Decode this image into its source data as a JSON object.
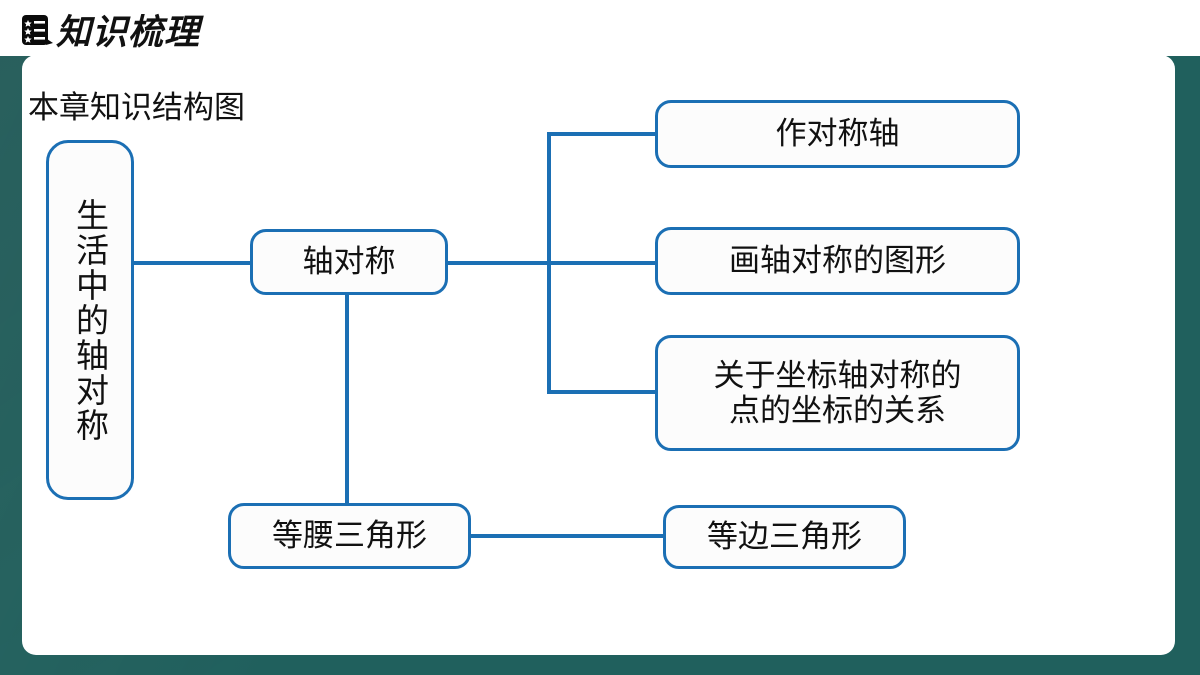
{
  "header": {
    "title": "知识梳理",
    "icon": "list-checklist-icon"
  },
  "section": {
    "title": "本章知识结构图"
  },
  "colors": {
    "frame": "#20605d",
    "panel": "#ffffff",
    "node_border": "#1b6fb4",
    "connector": "#1b6fb4",
    "text": "#111111"
  },
  "diagram": {
    "nodes": {
      "root": "生活中的轴对称",
      "axial_symmetry": "轴对称",
      "draw_axis": "作对称轴",
      "draw_figure": "画轴对称的图形",
      "coord_line1": "关于坐标轴对称的",
      "coord_line2": "点的坐标的关系",
      "isosceles_triangle": "等腰三角形",
      "equilateral_triangle": "等边三角形"
    }
  }
}
